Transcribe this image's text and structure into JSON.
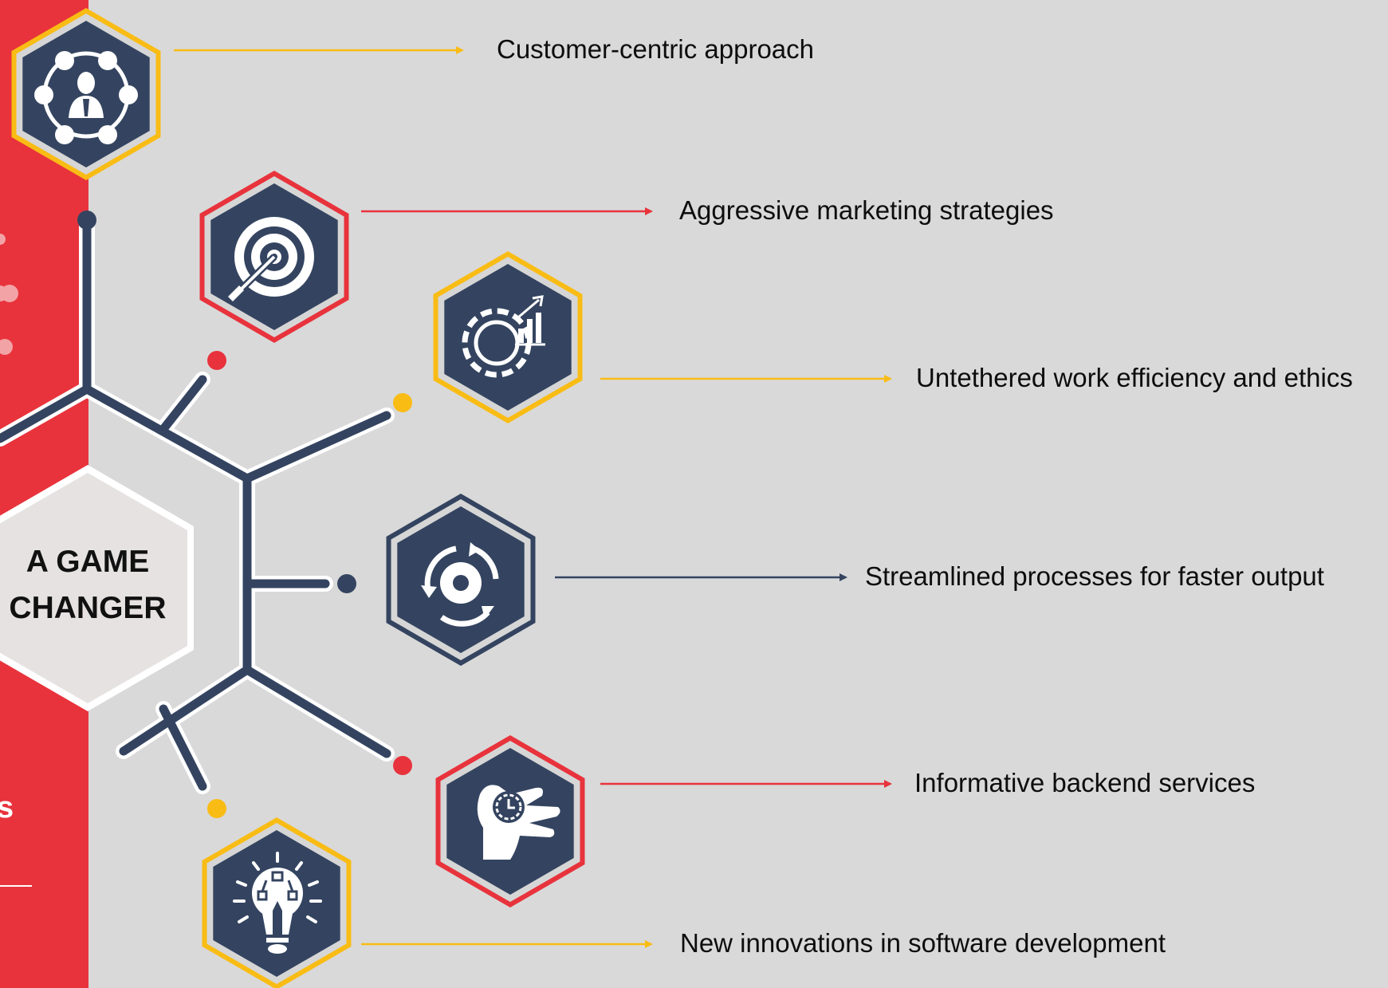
{
  "center": {
    "line1": "A GAME",
    "line2": "CHANGER"
  },
  "left_panel": {
    "partial_text": "s"
  },
  "items": [
    {
      "label": "Customer-centric approach",
      "icon": "network-person-icon",
      "color": "#f9bc15"
    },
    {
      "label": "Aggressive marketing strategies",
      "icon": "target-icon",
      "color": "#e8333c"
    },
    {
      "label": "Untethered work efficiency and ethics",
      "icon": "gear-chart-icon",
      "color": "#f9bc15"
    },
    {
      "label": "Streamlined processes for faster output",
      "icon": "gear-cycle-icon",
      "color": "#344460"
    },
    {
      "label": "Informative backend services",
      "icon": "hand-clock-icon",
      "color": "#e8333c"
    },
    {
      "label": "New innovations in software development",
      "icon": "lightbulb-icon",
      "color": "#f9bc15"
    }
  ],
  "colors": {
    "background": "#d9d9d9",
    "red": "#e8333c",
    "yellow": "#f9bc15",
    "navy": "#344460",
    "center_fill": "#e6e2e2"
  }
}
